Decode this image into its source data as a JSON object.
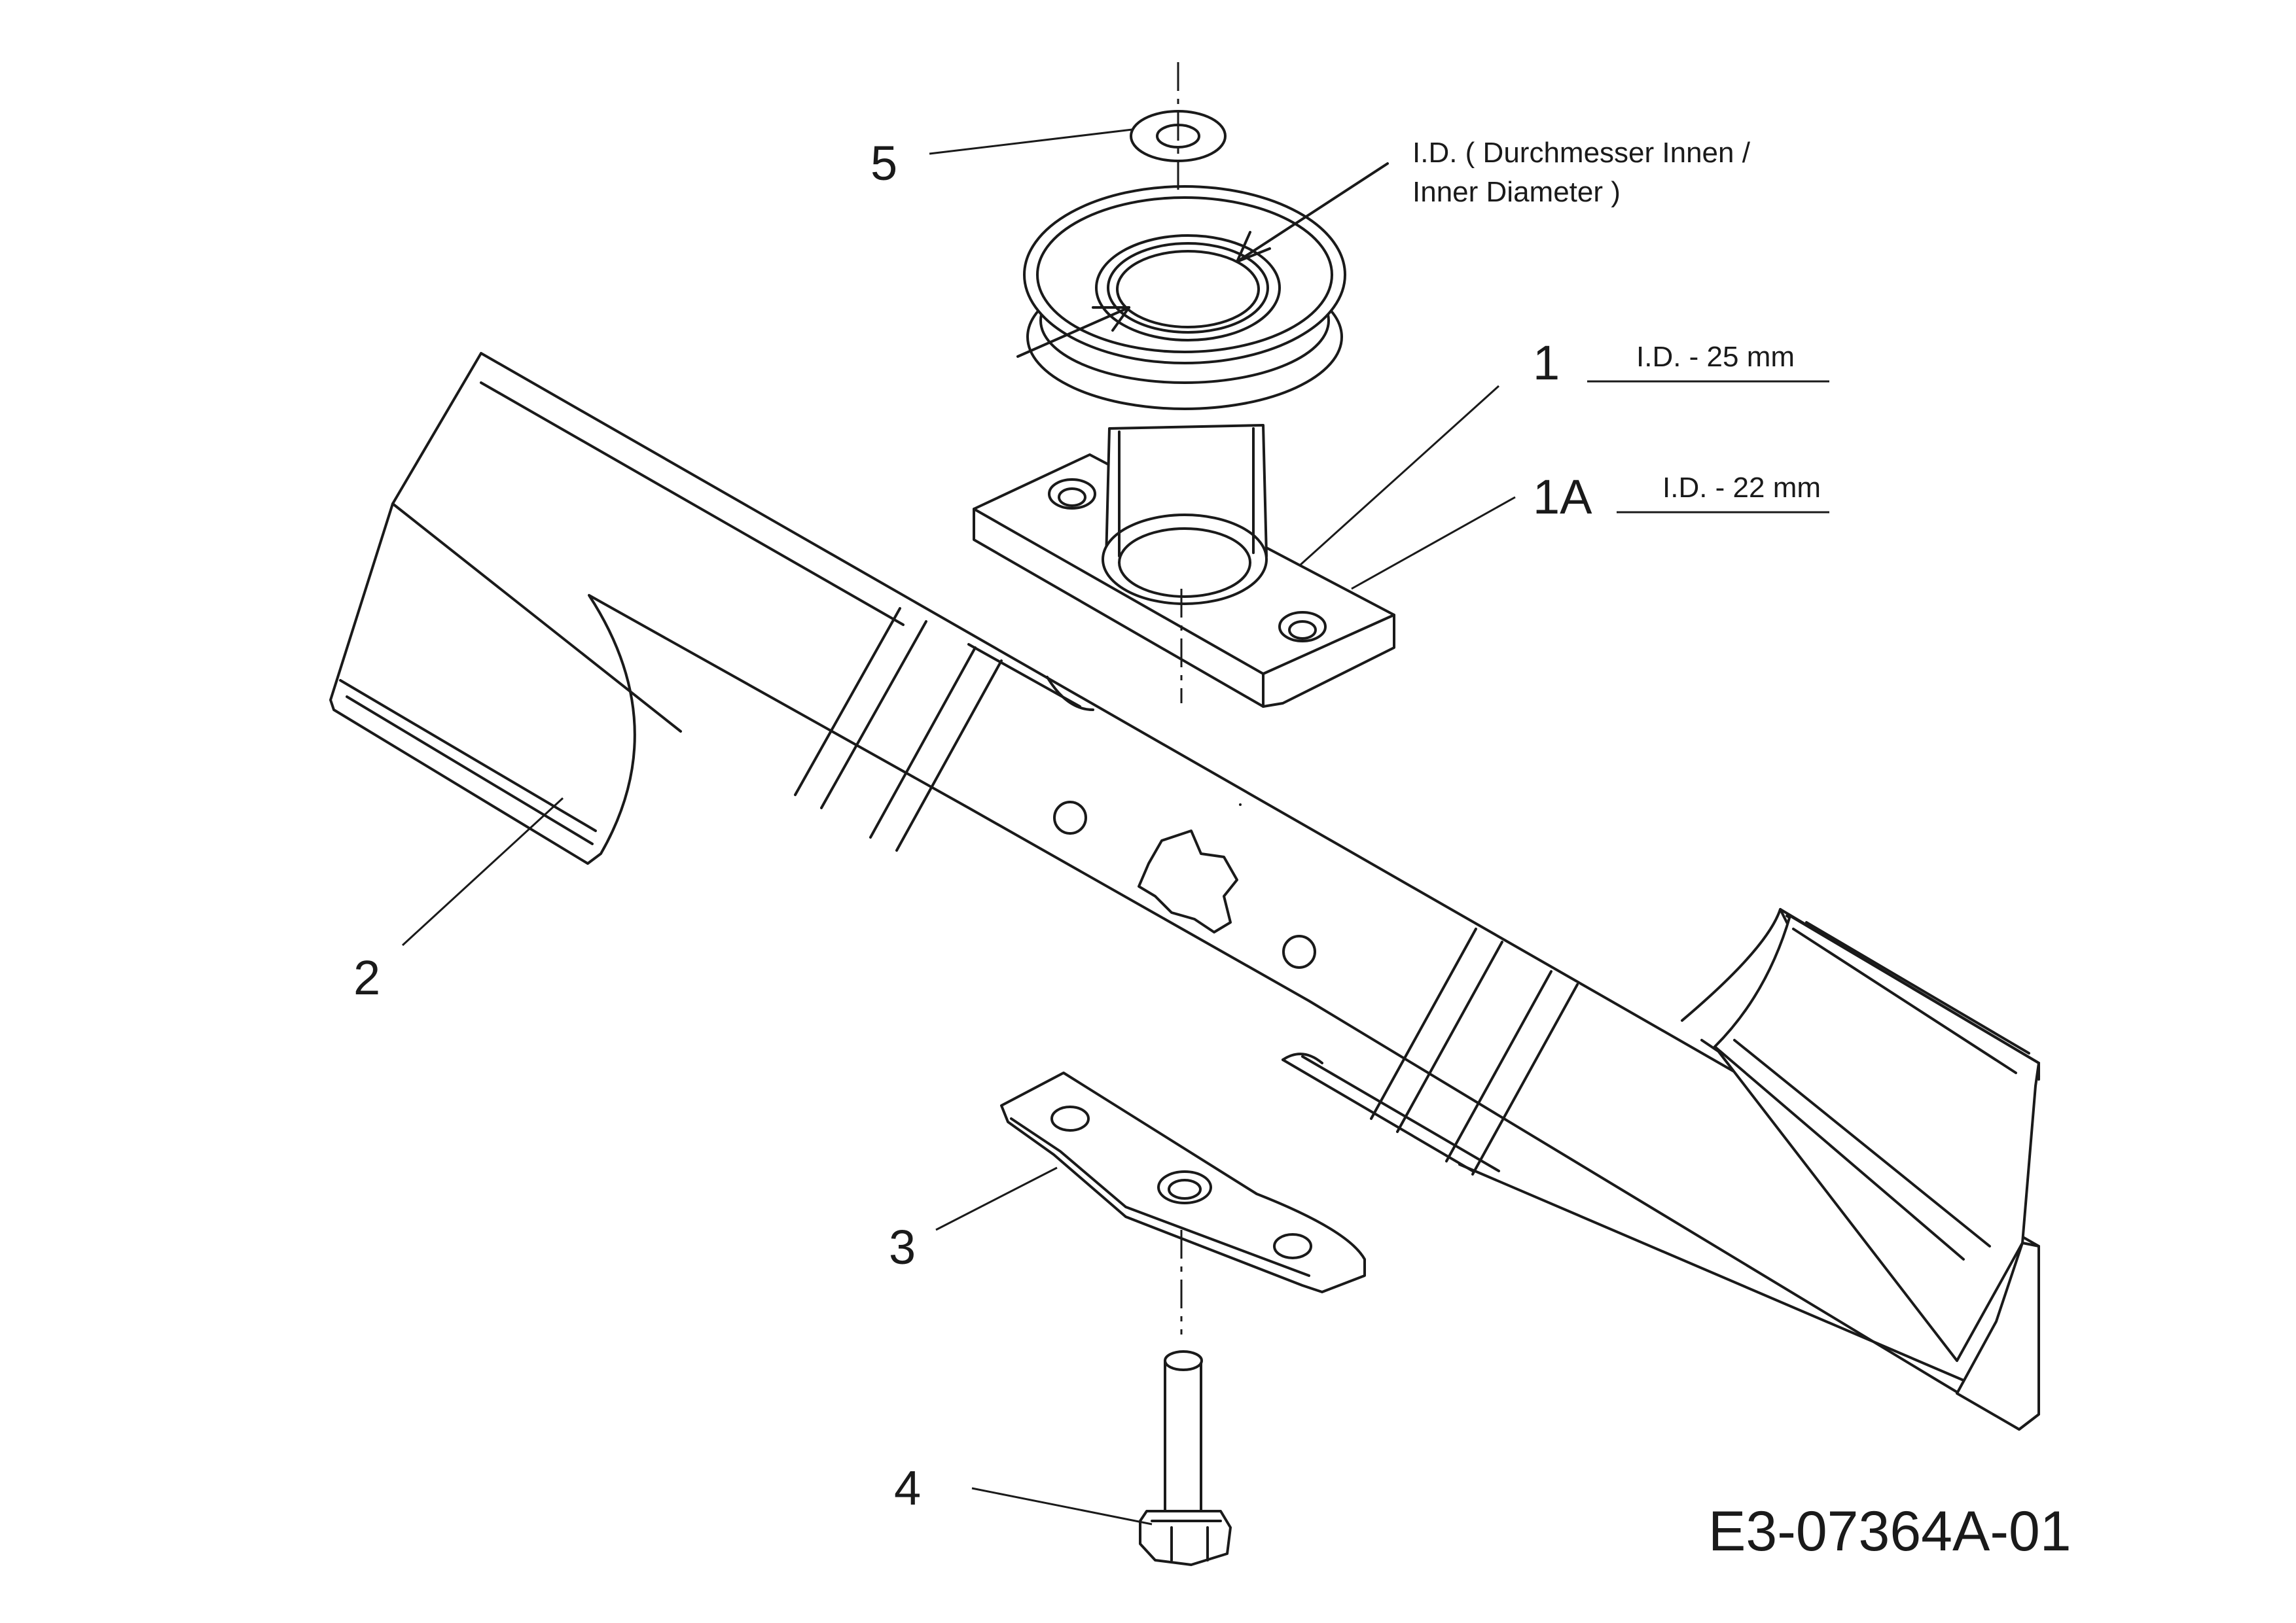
{
  "diagram": {
    "drawing_number": "E3-07364A-01",
    "parts": [
      {
        "id": "1",
        "callout": "1",
        "note": "I.D. - 25 mm"
      },
      {
        "id": "1A",
        "callout": "1A",
        "note": "I.D. - 22 mm"
      },
      {
        "id": "2",
        "callout": "2"
      },
      {
        "id": "3",
        "callout": "3"
      },
      {
        "id": "4",
        "callout": "4"
      },
      {
        "id": "5",
        "callout": "5"
      }
    ],
    "id_note_line1": "I.D. ( Durchmesser Innen /",
    "id_note_line2": "Inner Diameter )"
  }
}
